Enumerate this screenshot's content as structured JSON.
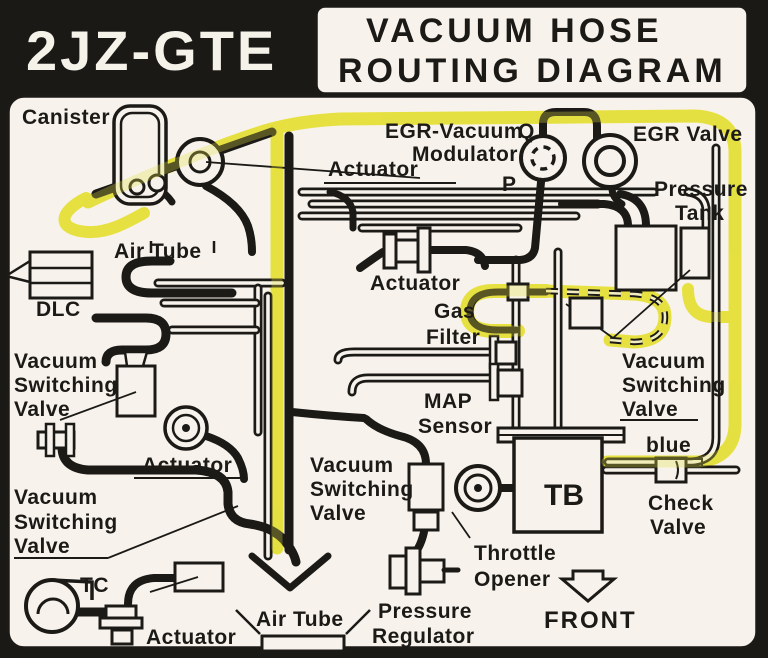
{
  "header": {
    "engine_code": "2JZ-GTE",
    "title_line1": "VACUUM HOSE",
    "title_line2": "ROUTING DIAGRAM"
  },
  "colors": {
    "highlight": "#e6e041",
    "ink": "#1c1a17",
    "paper": "#f7f3ec"
  },
  "labels": {
    "canister": "Canister",
    "egr_modulator": {
      "line1": "EGR-Vacuum",
      "line2": "Modulator",
      "port_q": "Q",
      "port_p": "P"
    },
    "egr_valve": "EGR Valve",
    "actuator_top": "Actuator",
    "pressure_tank": {
      "line1": "Pressure",
      "line2": "Tank"
    },
    "air_tube_top": "Air Tube",
    "dlc": "DLC",
    "actuator_mid": "Actuator",
    "gas_filter": {
      "line1": "Gas",
      "line2": "Filter"
    },
    "vsv_left": {
      "line1": "Vacuum",
      "line2": "Switching",
      "line3": "Valve"
    },
    "map_sensor": {
      "line1": "MAP",
      "line2": "Sensor"
    },
    "vsv_right": {
      "line1": "Vacuum",
      "line2": "Switching",
      "line3": "Valve"
    },
    "actuator_left": "Actuator",
    "vsv_center": {
      "line1": "Vacuum",
      "line2": "Switching",
      "line3": "Valve"
    },
    "hose_color_note": "blue",
    "throttle_body": "TB",
    "check_valve": {
      "line1": "Check",
      "line2": "Valve"
    },
    "vsv_bottom_left": {
      "line1": "Vacuum",
      "line2": "Switching",
      "line3": "Valve"
    },
    "turbocharger": "TC",
    "throttle_opener": {
      "line1": "Throttle",
      "line2": "Opener"
    },
    "air_tube_bottom": "Air Tube",
    "pressure_regulator": {
      "line1": "Pressure",
      "line2": "Regulator"
    },
    "actuator_bottom": "Actuator",
    "front": "FRONT"
  }
}
